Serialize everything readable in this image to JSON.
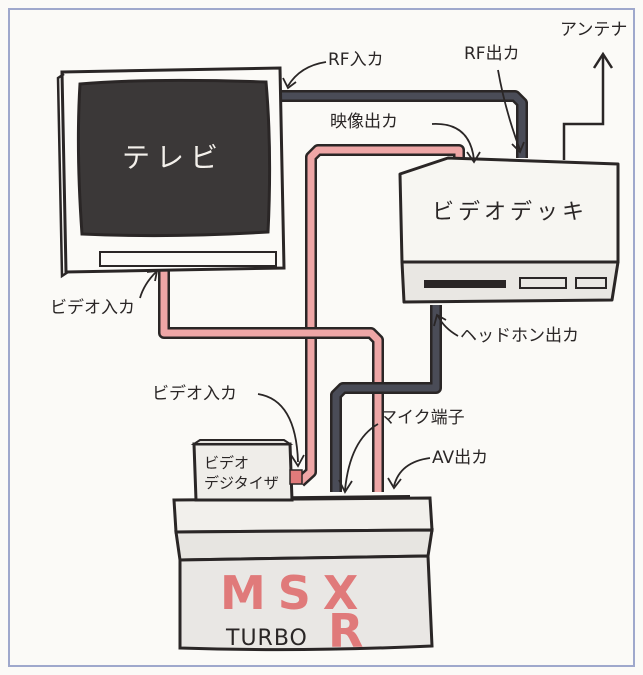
{
  "devices": {
    "tv_label": "テレビ",
    "vcr_label": "ビデオデッキ",
    "digitizer_label_line1": "ビデオ",
    "digitizer_label_line2": "デジタイザ",
    "msx_logo": "MSX",
    "msx_turbo": "TURBO",
    "msx_r": "R"
  },
  "labels": {
    "rf_in": "RF入カ",
    "rf_out": "RF出カ",
    "antenna": "アンテナ",
    "video_out": "映像出カ",
    "tv_video_in": "ビデオ入カ",
    "headphone_out": "ヘッドホン出カ",
    "digitizer_video_in": "ビデオ入カ",
    "mic_jack": "マイク端子",
    "av_out": "AV出カ"
  },
  "colors": {
    "frame_border": "#9fa8cc",
    "outline": "#2a2626",
    "dark_cable": "#4a4c57",
    "pink_cable": "#eea6a6",
    "pink_logo": "#e07a7a",
    "screen": "#3b3838",
    "background": "#fbfaf7"
  }
}
